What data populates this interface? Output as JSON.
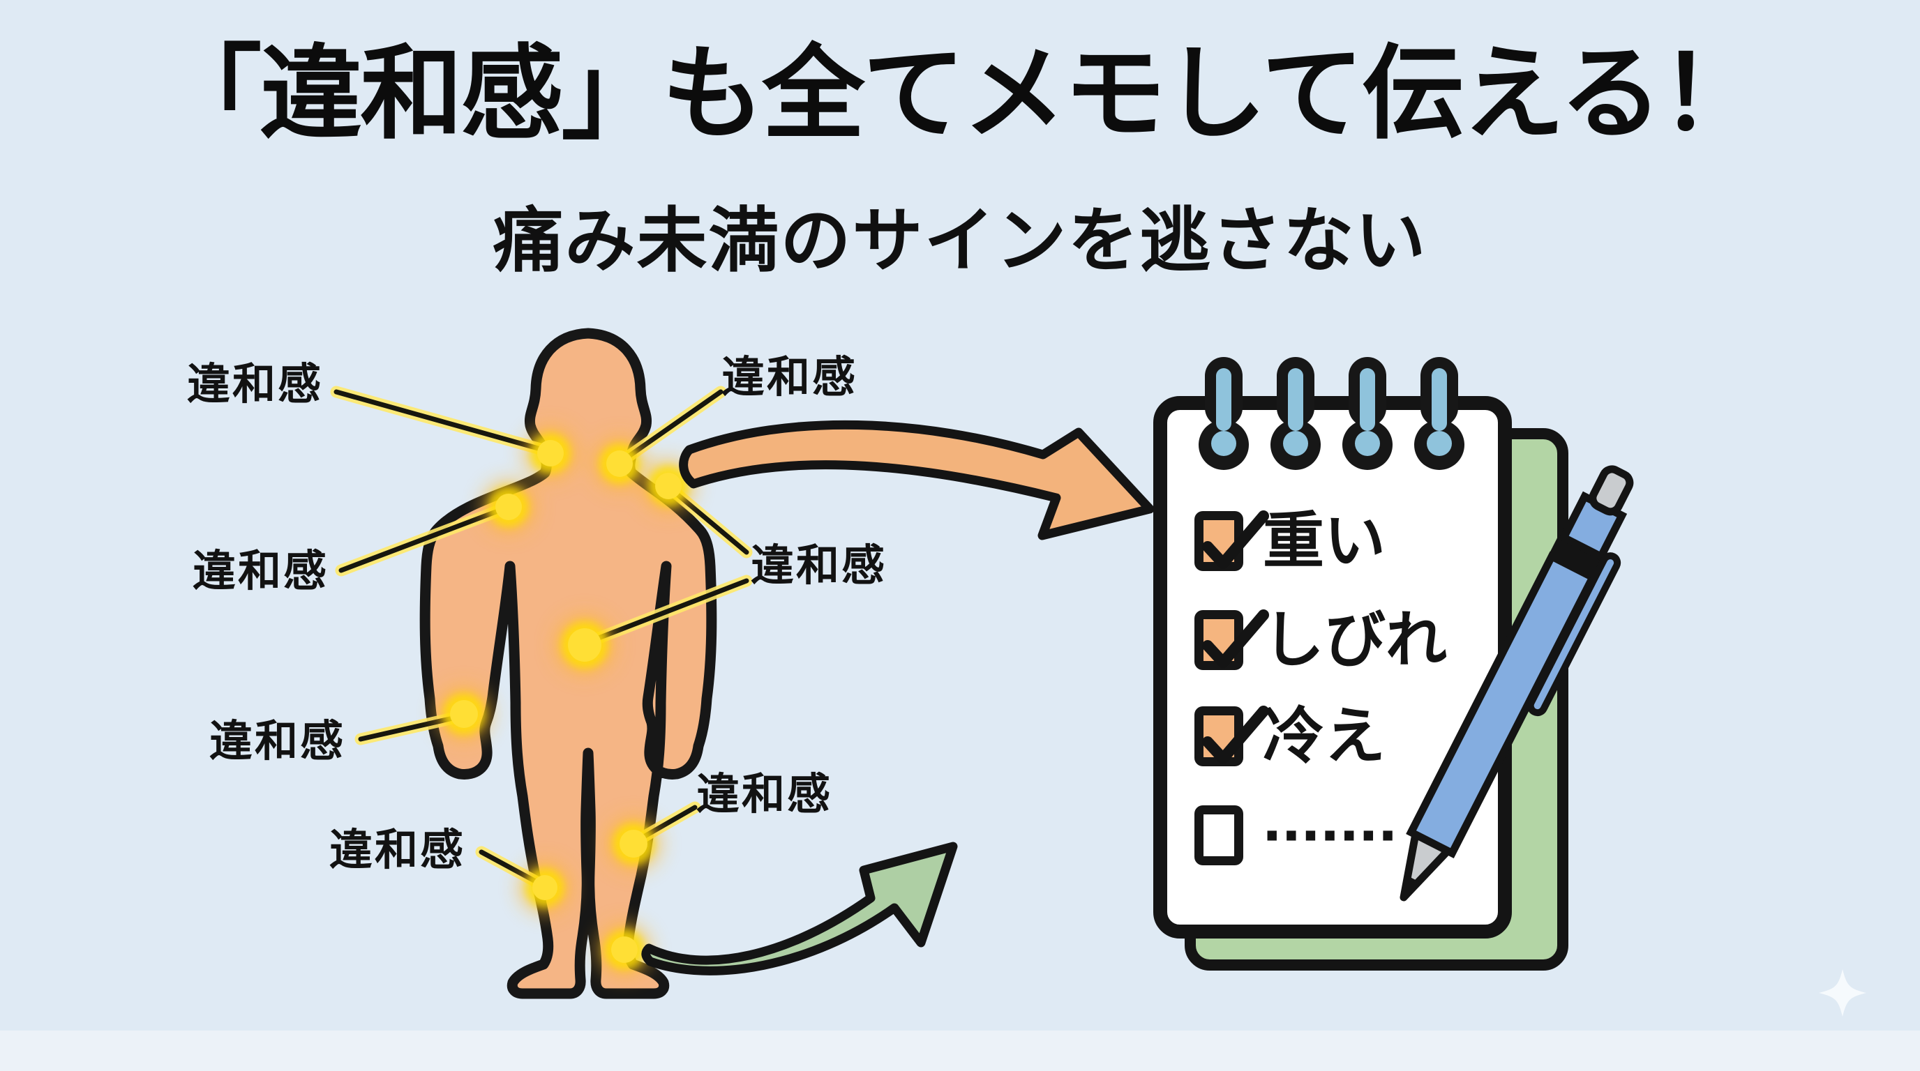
{
  "page": {
    "background": "#dfeaf4"
  },
  "title": {
    "text": "「違和感」も全てメモして伝える！"
  },
  "subtitle": {
    "text": "痛み未満のサインを逃さない"
  },
  "figure": {
    "kind": "human-body-silhouette",
    "skin_color": "#f5b585",
    "outline_color": "#171717",
    "glow_color": "#ffdf35",
    "points": [
      "left-neck",
      "right-neck",
      "right-shoulder",
      "left-shoulder",
      "abdomen",
      "left-hand",
      "right-knee",
      "left-knee",
      "right-ankle"
    ]
  },
  "annotations": [
    {
      "text": "違和感",
      "points": [
        "left-neck"
      ]
    },
    {
      "text": "違和感",
      "points": [
        "left-shoulder"
      ]
    },
    {
      "text": "違和感",
      "points": [
        "left-hand"
      ]
    },
    {
      "text": "違和感",
      "points": [
        "left-knee"
      ]
    },
    {
      "text": "違和感",
      "points": [
        "right-neck"
      ]
    },
    {
      "text": "違和感",
      "points": [
        "right-shoulder",
        "abdomen"
      ]
    },
    {
      "text": "違和感",
      "points": [
        "right-knee"
      ]
    }
  ],
  "arrows": [
    {
      "name": "upper-arrow",
      "color": "#f3b37c",
      "from": "body",
      "to": "notepad"
    },
    {
      "name": "lower-arrow",
      "color": "#aecfa4",
      "from": "body",
      "to": "notepad"
    }
  ],
  "notepad": {
    "page_color": "#ffffff",
    "back_sheet_color": "#b3d5a5",
    "ring_color": "#8fc3dc",
    "checkbox_color": "#f5b57f",
    "items": [
      {
        "label": "重い",
        "checked": true
      },
      {
        "label": "しびれ",
        "checked": true
      },
      {
        "label": "冷え",
        "checked": true
      },
      {
        "label": "·······",
        "checked": false
      }
    ]
  },
  "pen": {
    "body_color": "#84ade0",
    "tip_color": "#c9cccf"
  },
  "sparkle": {
    "color": "#f7fbfd"
  }
}
